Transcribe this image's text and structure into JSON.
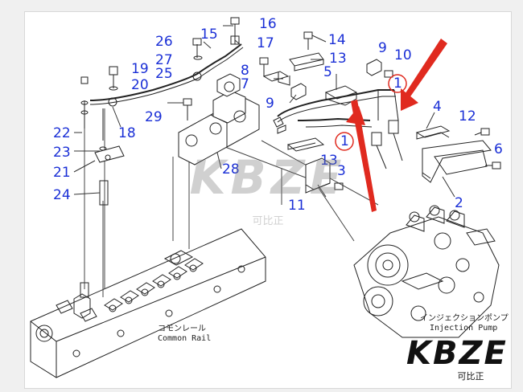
{
  "callouts": [
    {
      "id": "c16",
      "text": "16"
    },
    {
      "id": "c26",
      "text": "26"
    },
    {
      "id": "c15",
      "text": "15"
    },
    {
      "id": "c17",
      "text": "17"
    },
    {
      "id": "c27",
      "text": "27"
    },
    {
      "id": "c25",
      "text": "25"
    },
    {
      "id": "c19",
      "text": "19"
    },
    {
      "id": "c20",
      "text": "20"
    },
    {
      "id": "c18",
      "text": "18"
    },
    {
      "id": "c22",
      "text": "22"
    },
    {
      "id": "c23",
      "text": "23"
    },
    {
      "id": "c21",
      "text": "21"
    },
    {
      "id": "c24",
      "text": "24"
    },
    {
      "id": "c29",
      "text": "29"
    },
    {
      "id": "c8",
      "text": "8"
    },
    {
      "id": "c7",
      "text": "7"
    },
    {
      "id": "c9a",
      "text": "9"
    },
    {
      "id": "c14",
      "text": "14"
    },
    {
      "id": "c13a",
      "text": "13"
    },
    {
      "id": "c5",
      "text": "5"
    },
    {
      "id": "c9b",
      "text": "9"
    },
    {
      "id": "c10",
      "text": "10"
    },
    {
      "id": "c1a",
      "text": "1"
    },
    {
      "id": "c4",
      "text": "4"
    },
    {
      "id": "c12",
      "text": "12"
    },
    {
      "id": "c6",
      "text": "6"
    },
    {
      "id": "c1b",
      "text": "1"
    },
    {
      "id": "c13b",
      "text": "13"
    },
    {
      "id": "c3",
      "text": "3"
    },
    {
      "id": "c28",
      "text": "28"
    },
    {
      "id": "c11",
      "text": "11"
    },
    {
      "id": "c2",
      "text": "2"
    }
  ],
  "labels": {
    "common_rail_jp": "コモンレール",
    "common_rail_en": "Common Rail",
    "injection_pump_jp": "インジェクションポンプ",
    "injection_pump_en": "Injection Pump"
  },
  "watermark": {
    "brand": "KBZE",
    "sub": "可比正"
  },
  "colors": {
    "callout": "#1a2fd6",
    "highlight": "#e02a1f",
    "line": "#222222"
  }
}
